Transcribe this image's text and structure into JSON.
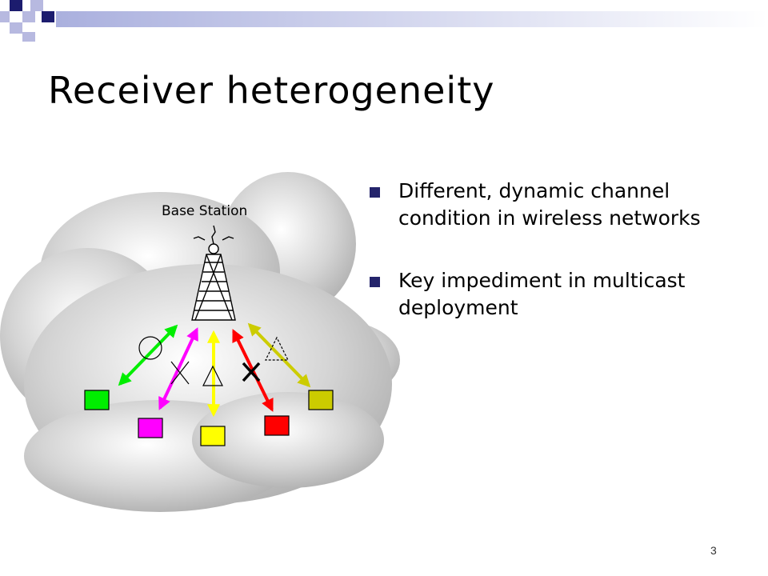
{
  "slide": {
    "title": "Receiver heterogeneity",
    "bullets": [
      "Different, dynamic channel condition in wireless networks",
      "Key impediment in multicast deployment"
    ],
    "diagram_label": "Base Station",
    "page_number": "3"
  },
  "colors": {
    "accent_dark": "#1c1c6e",
    "accent_light": "#b7b9e0",
    "bullet": "#24246b",
    "green": "#00ee00",
    "magenta": "#ff00ff",
    "yellow": "#ffff00",
    "red": "#ff0000",
    "olive": "#cccc00"
  }
}
